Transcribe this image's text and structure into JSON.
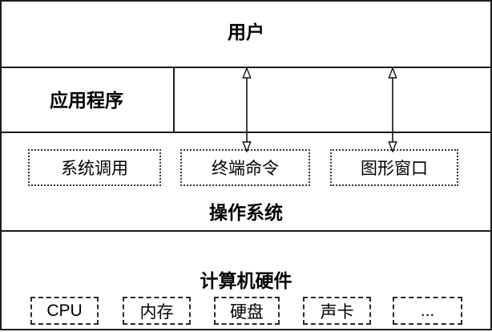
{
  "diagram": {
    "user_layer": {
      "label": "用户"
    },
    "app_layer": {
      "label": "应用程序"
    },
    "os_layer": {
      "title": "操作系统",
      "boxes": [
        {
          "label": "系统调用"
        },
        {
          "label": "终端命令"
        },
        {
          "label": "图形窗口"
        }
      ]
    },
    "hw_layer": {
      "title": "计算机硬件",
      "boxes": [
        {
          "label": "CPU"
        },
        {
          "label": "内存"
        },
        {
          "label": "硬盘"
        },
        {
          "label": "声卡"
        },
        {
          "label": "..."
        }
      ]
    },
    "arrows": [
      {
        "name": "user-terminal-arrow",
        "type": "bidirectional-vertical"
      },
      {
        "name": "user-gui-arrow",
        "type": "bidirectional-vertical"
      }
    ],
    "colors": {
      "border": "#1c1c1c",
      "background": "#ffffff",
      "text": "#000000"
    }
  }
}
